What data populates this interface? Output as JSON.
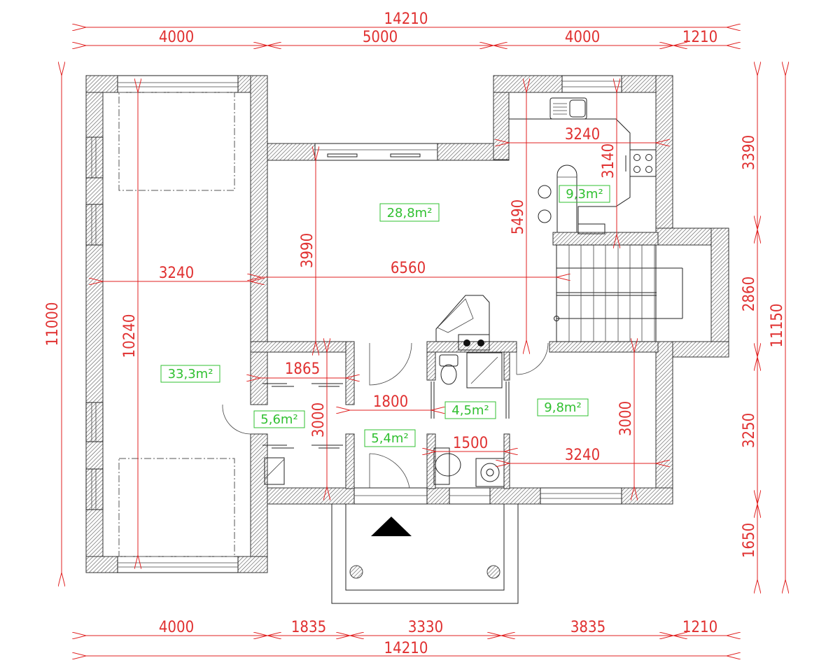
{
  "plan": {
    "type": "floor-plan",
    "units": "mm",
    "colors": {
      "dimension": "#e03030",
      "area_label": "#30c030",
      "wall": "#333333"
    }
  },
  "dimensions": {
    "top_total": "14210",
    "top_segments": [
      "4000",
      "5000",
      "4000",
      "1210"
    ],
    "bottom_segments": [
      "4000",
      "1835",
      "3330",
      "3835",
      "1210"
    ],
    "bottom_total": "14210",
    "left_total": "11000",
    "right_segments": [
      "3390",
      "2860",
      "3250",
      "1650"
    ],
    "right_total": "11150",
    "interior": {
      "left_room_width": "3240",
      "left_room_length": "10240",
      "living_height": "3990",
      "living_width": "6560",
      "kitchen_width": "3240",
      "kitchen_depth": "3140",
      "hall_height": "5490",
      "closet_width": "1865",
      "closet_height": "3000",
      "corridor_width": "1800",
      "bath_width": "1500",
      "room_width": "3240",
      "room_height": "3000"
    }
  },
  "rooms": [
    {
      "id": "garage",
      "area": "33,3m²"
    },
    {
      "id": "living",
      "area": "28,8m²"
    },
    {
      "id": "kitchen",
      "area": "9,3m²"
    },
    {
      "id": "closet",
      "area": "5,6m²"
    },
    {
      "id": "hall",
      "area": "5,4m²"
    },
    {
      "id": "bathroom",
      "area": "4,5m²"
    },
    {
      "id": "room",
      "area": "9,8m²"
    }
  ]
}
